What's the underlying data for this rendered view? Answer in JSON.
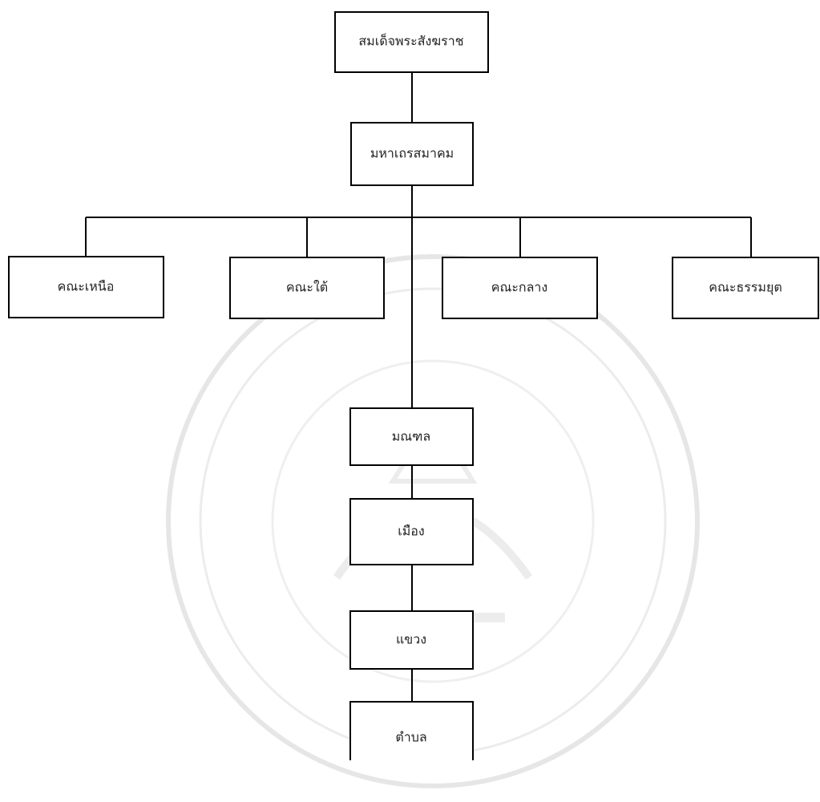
{
  "nodes": {
    "supreme_patriarch": "สมเด็จพระสังฆราช",
    "council": "มหาเถรสมาคม",
    "north": "คณะเหนือ",
    "south": "คณะใต้",
    "central": "คณะกลาง",
    "dhammayut": "คณะธรรมยุต",
    "monthon": "มณฑล",
    "mueang": "เมือง",
    "khwaeng": "แขวง",
    "tambon": "ตำบล"
  },
  "colors": {
    "line": "#000000",
    "box_fill": "#ffffff",
    "text": "#222222",
    "watermark": "#e6e6e6"
  }
}
